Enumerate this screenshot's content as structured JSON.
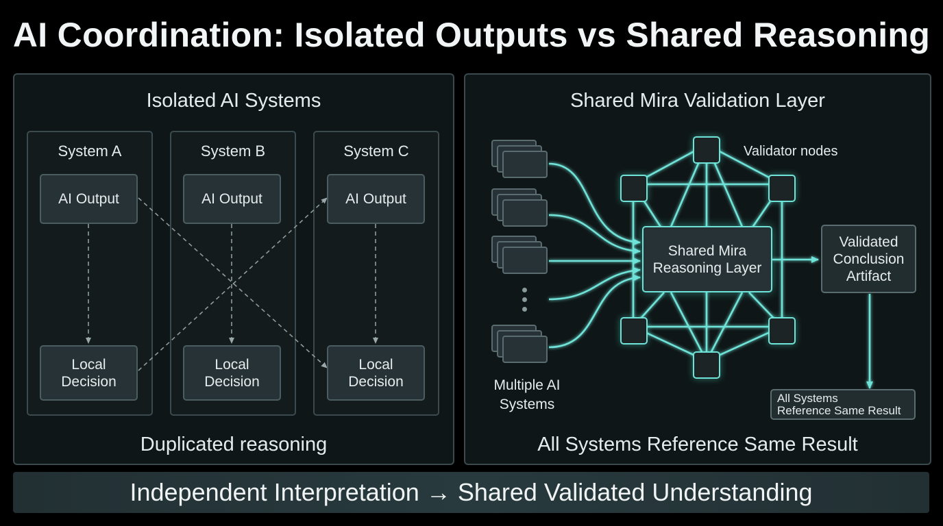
{
  "title": "AI Coordination: Isolated Outputs vs Shared Reasoning",
  "left": {
    "heading": "Isolated AI Systems",
    "systems": [
      {
        "name": "System A",
        "output": "AI Output",
        "decision": "Local\nDecision"
      },
      {
        "name": "System B",
        "output": "AI Output",
        "decision": "Local\nDecision"
      },
      {
        "name": "System C",
        "output": "AI Output",
        "decision": "Local\nDecision"
      }
    ],
    "footer": "Duplicated reasoning"
  },
  "right": {
    "heading": "Shared Mira Validation Layer",
    "validator_label": "Validator nodes",
    "sources_label": "Multiple AI\nSystems",
    "center_label": "Shared Mira\nReasoning Layer",
    "artifact_label": "Validated\nConclusion\nArtifact",
    "result_label": "All Systems\nReference Same Result",
    "footer": "All Systems Reference Same Result"
  },
  "banner": "Independent Interpretation → Shared Validated Understanding",
  "colors": {
    "accent": "#6fe3d8",
    "panel_border": "#3a4a4e",
    "box_fill": "#263235"
  }
}
